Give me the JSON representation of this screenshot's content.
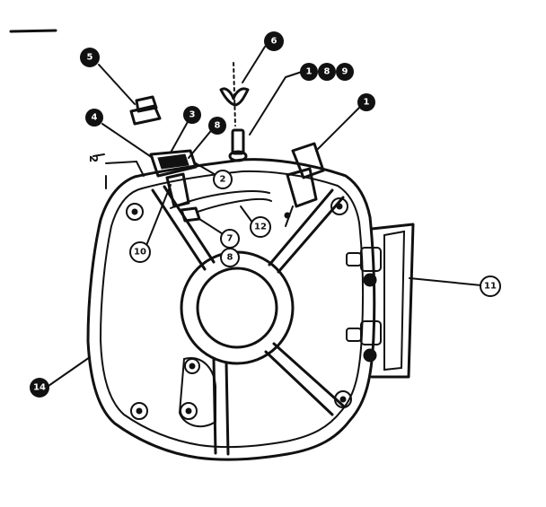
{
  "diagram": {
    "callouts": [
      {
        "id": "callout-5",
        "label": "5"
      },
      {
        "id": "callout-6",
        "label": "6"
      },
      {
        "id": "callout-1-8-9",
        "labels": [
          "1",
          "8",
          "9"
        ]
      },
      {
        "id": "callout-1",
        "label": "1"
      },
      {
        "id": "callout-4",
        "label": "4"
      },
      {
        "id": "callout-3",
        "label": "3"
      },
      {
        "id": "callout-8-top",
        "label": "8"
      },
      {
        "id": "callout-2",
        "label": "2"
      },
      {
        "id": "callout-7",
        "label": "7"
      },
      {
        "id": "callout-8-low",
        "label": "8"
      },
      {
        "id": "callout-12",
        "label": "12"
      },
      {
        "id": "callout-10",
        "label": "10"
      },
      {
        "id": "callout-11",
        "label": "11"
      },
      {
        "id": "callout-14",
        "label": "14"
      }
    ],
    "side_mark": "2"
  }
}
